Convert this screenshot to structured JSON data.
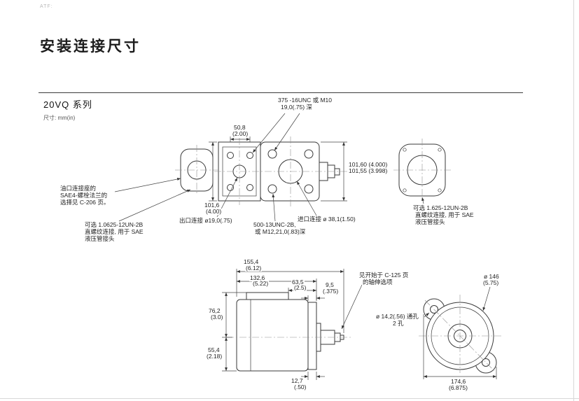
{
  "page": {
    "corner_mark": "ATF:",
    "title": "安装连接尺寸",
    "series": "20VQ 系列",
    "units": "尺寸: mm(in)"
  },
  "top": {
    "thread_note_1": "375 -16UNC 或 M10",
    "thread_note_2": "19,0(.75) 深",
    "dim_width_mm": "50,8",
    "dim_width_in": "(2.00)",
    "dim_height_mm": "101,6",
    "dim_height_in": "(4.00)",
    "dim_pilot_1": "101,60 (4.000)",
    "dim_pilot_2": "101,55 (3.998)",
    "flange_note_1": "油口连接座的",
    "flange_note_2": "SAE4-螺栓法兰的",
    "flange_note_3": "选择见 C-206 页。",
    "opt_left_1": "可选 1.0625-12UN-2B",
    "opt_left_2": "直螺纹连接, 用于 SAE",
    "opt_left_3": "液压管接头",
    "outlet_note": "出口连接 ø19,0(.75)",
    "inlet_thread_1": "500-13UNC-2B,",
    "inlet_thread_2": "或 M12,21,0(.83)深",
    "inlet_note": "进口连接 ø 38,1(1.50)",
    "opt_right_1": "可选 1.625-12UN-2B",
    "opt_right_2": "直螺纹连接, 用于 SAE",
    "opt_right_3": "液压管接头"
  },
  "bottom": {
    "dim_155_mm": "155,4",
    "dim_155_in": "(6.12)",
    "dim_132_mm": "132,6",
    "dim_132_in": "(5.22)",
    "dim_63_mm": "63,5",
    "dim_63_in": "(2.5)",
    "dim_9_mm": "9,5",
    "dim_9_in": "(.375)",
    "dim_76_mm": "76,2",
    "dim_76_in": "(3.0)",
    "dim_55_mm": "55,4",
    "dim_55_in": "(2.18)",
    "dim_12_mm": "12,7",
    "dim_12_in": "(.50)",
    "shaft_note_1": "见开始于 C-125 页",
    "shaft_note_2": "的轴伸选项",
    "dia_146_mm": "ø 146",
    "dia_146_in": "(5.75)",
    "holes_note_1": "ø 14,2(.56) 通孔",
    "holes_note_2": "2 孔",
    "dim_174_mm": "174,6",
    "dim_174_in": "(6.875)"
  }
}
